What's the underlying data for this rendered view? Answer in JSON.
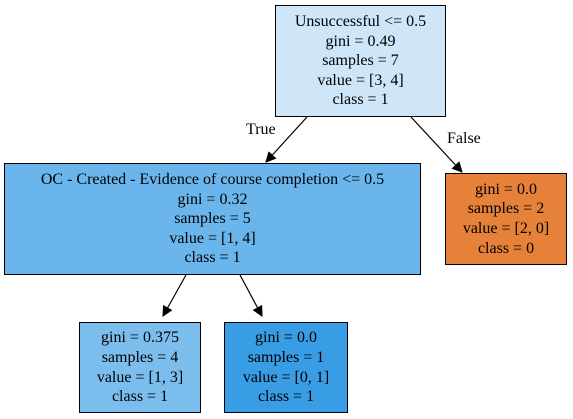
{
  "tree": {
    "root": {
      "lines": [
        "Unsuccessful <= 0.5",
        "gini = 0.49",
        "samples = 7",
        "value = [3, 4]",
        "class = 1"
      ],
      "fill": "#cee6f8"
    },
    "left": {
      "lines": [
        "OC - Created - Evidence of course completion <= 0.5",
        "gini = 0.32",
        "samples = 5",
        "value = [1, 4]",
        "class = 1"
      ],
      "fill": "#6ab6ec"
    },
    "right": {
      "lines": [
        "gini = 0.0",
        "samples = 2",
        "value = [2, 0]",
        "class = 0"
      ],
      "fill": "#e58139"
    },
    "left_left": {
      "lines": [
        "gini = 0.375",
        "samples = 4",
        "value = [1, 3]",
        "class = 1"
      ],
      "fill": "#7bbeee"
    },
    "left_right": {
      "lines": [
        "gini = 0.0",
        "samples = 1",
        "value = [0, 1]",
        "class = 1"
      ],
      "fill": "#399de5"
    }
  },
  "edges": {
    "true_label": "True",
    "false_label": "False"
  }
}
